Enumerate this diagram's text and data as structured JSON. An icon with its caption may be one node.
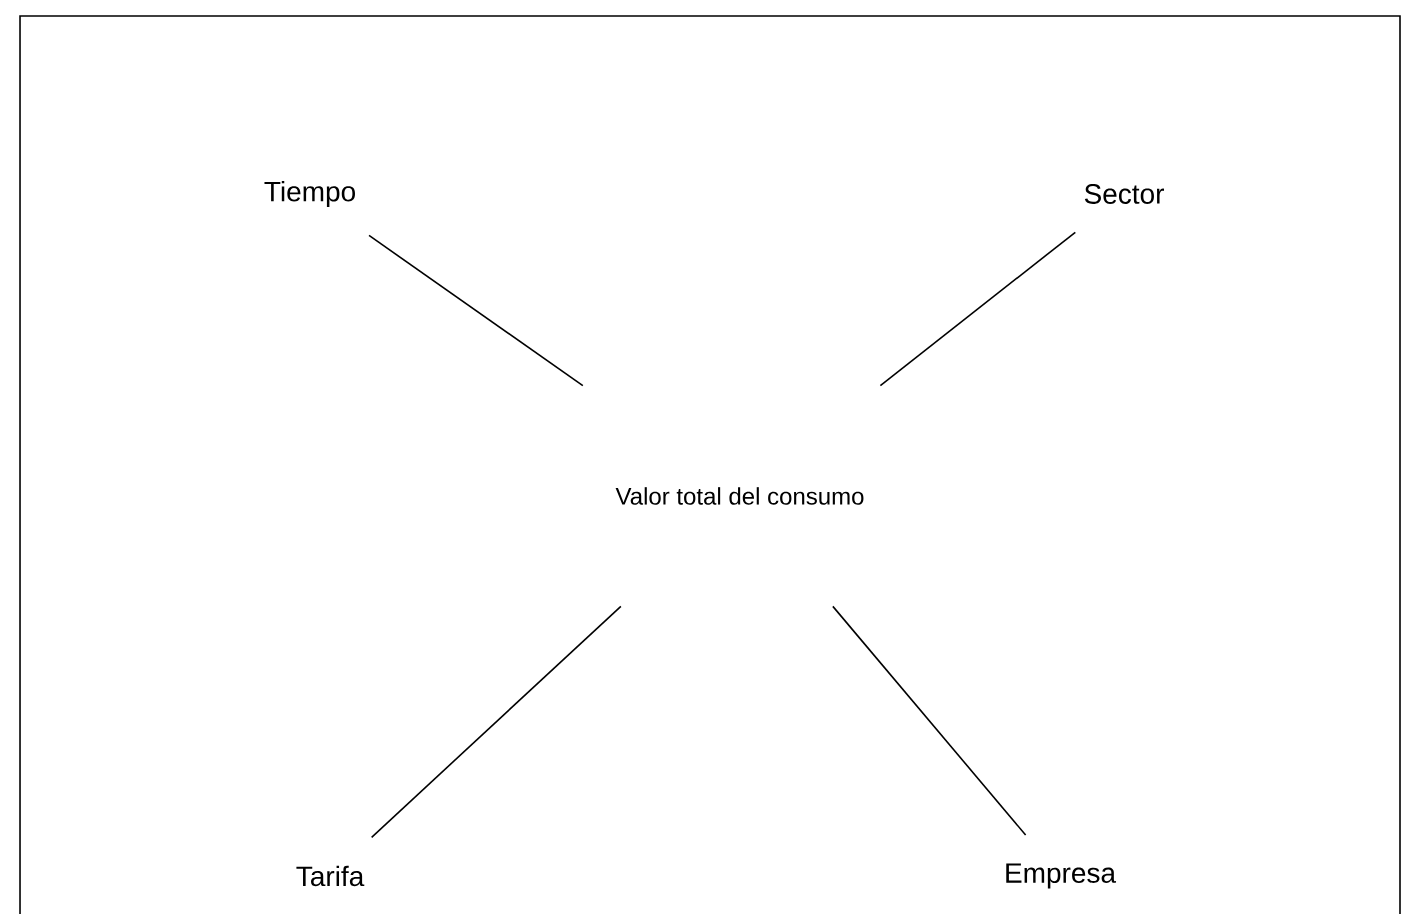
{
  "diagram": {
    "nodes": [
      {
        "text": [
          "Tiempo"
        ]
      },
      {
        "text": [
          "Sector"
        ]
      },
      {
        "text": [
          "Valor total del consumo"
        ]
      },
      {
        "text": [
          "Tarifa"
        ]
      },
      {
        "text": [
          "Empresa"
        ]
      }
    ],
    "edges": [
      {
        "from": 0,
        "to": 2,
        "arrow": "none"
      },
      {
        "from": 1,
        "to": 2,
        "arrow": "none"
      },
      {
        "from": 2,
        "to": 3,
        "arrow": "none"
      },
      {
        "from": 2,
        "to": 4,
        "arrow": "none"
      }
    ]
  }
}
